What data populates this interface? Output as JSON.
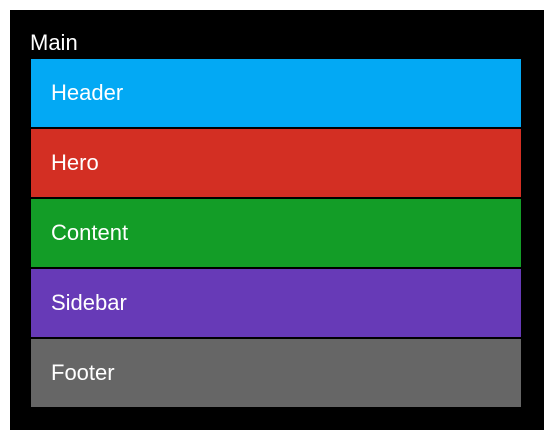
{
  "container": {
    "label": "Main",
    "background": "#000000"
  },
  "blocks": [
    {
      "label": "Header",
      "color": "#03a9f4"
    },
    {
      "label": "Hero",
      "color": "#d32f23"
    },
    {
      "label": "Content",
      "color": "#139d27"
    },
    {
      "label": "Sidebar",
      "color": "#673ab7"
    },
    {
      "label": "Footer",
      "color": "#666666"
    }
  ]
}
